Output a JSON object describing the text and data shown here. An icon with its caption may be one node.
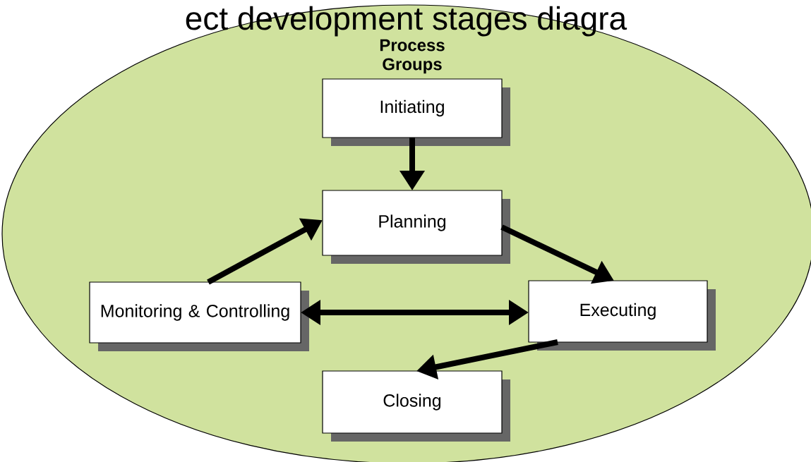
{
  "diagram": {
    "title": "ect development stages diagra",
    "nodes": [
      {
        "text": [
          "Process Groups"
        ]
      },
      {
        "text": [
          "Initiating"
        ],
        "in": 0
      },
      {
        "text": [
          "Planning"
        ],
        "in": 0
      },
      {
        "text": [
          "Monitoring & Controlling"
        ],
        "in": 0
      },
      {
        "text": [
          "Executing"
        ],
        "in": 0
      },
      {
        "text": [
          "Closing"
        ],
        "in": 0
      }
    ],
    "edges": [
      {
        "from": 1,
        "to": 2,
        "arrow": "to"
      },
      {
        "from": 2,
        "to": 4,
        "arrow": "to"
      },
      {
        "from": 3,
        "to": 2,
        "arrow": "to"
      },
      {
        "from": 3,
        "to": 4,
        "arrow": "both"
      },
      {
        "from": 4,
        "to": 5,
        "arrow": "to"
      }
    ]
  }
}
